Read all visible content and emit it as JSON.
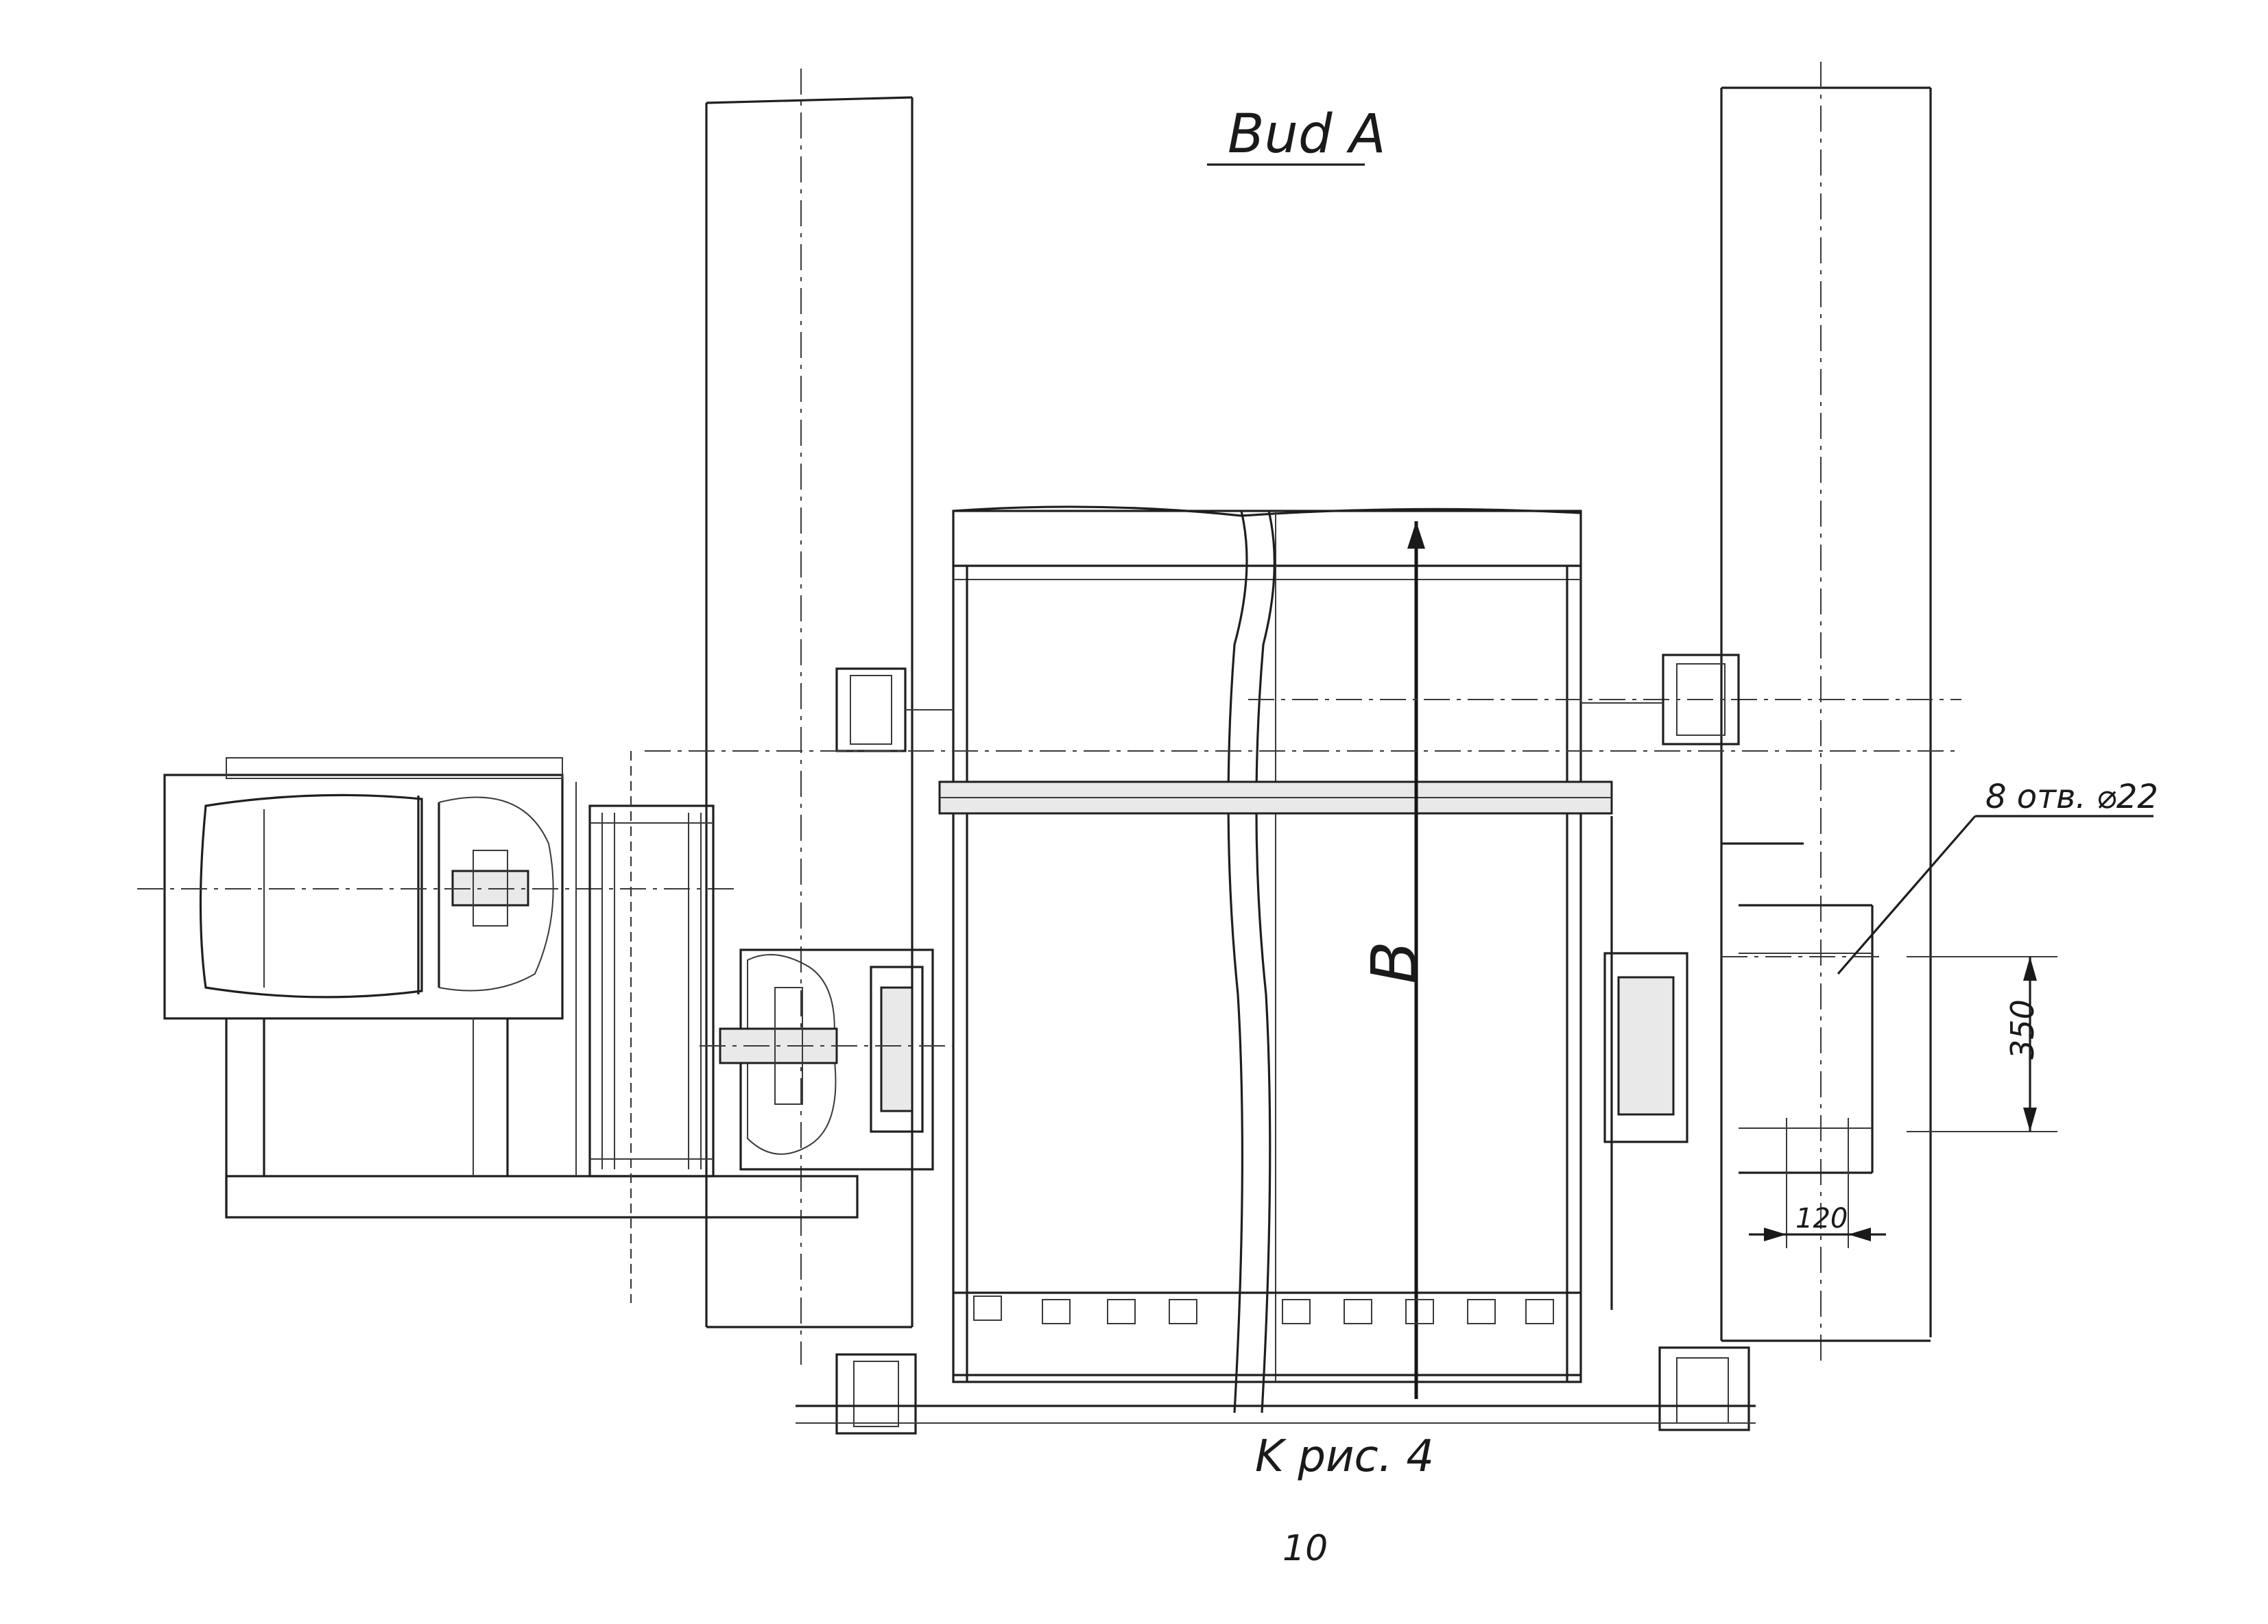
{
  "drawing": {
    "view_title": "Bud A",
    "caption": "K рис. 4",
    "page_number": "10",
    "width_label": "B",
    "hole_note": "8 отв. ⌀22",
    "dim_vertical": "350",
    "dim_horizontal": "120"
  }
}
